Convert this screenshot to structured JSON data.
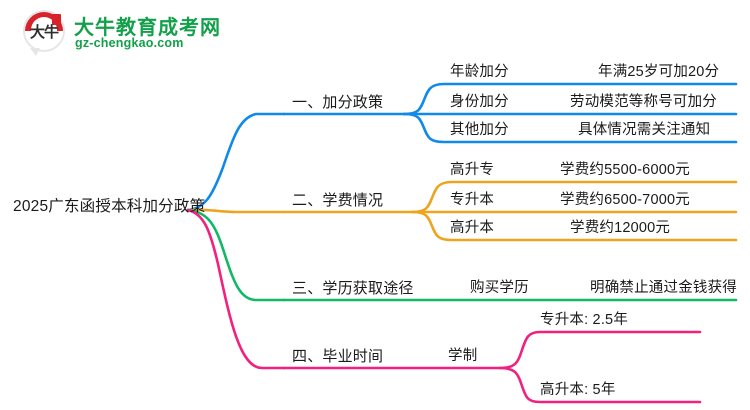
{
  "logo": {
    "badge_text": "大牛",
    "name": "大牛教育成考网",
    "url": "gz-chengkao.com",
    "brand_color": "#13a04a",
    "badge_color": "#d8232a"
  },
  "mindmap": {
    "root": {
      "label": "2025广东函授本科加分政策"
    },
    "branches": [
      {
        "label": "一、加分政策",
        "color": "#1089e8",
        "children": [
          {
            "label": "年龄加分",
            "detail": "年满25岁可加20分"
          },
          {
            "label": "身份加分",
            "detail": "劳动模范等称号可加分"
          },
          {
            "label": "其他加分",
            "detail": "具体情况需关注通知"
          }
        ]
      },
      {
        "label": "二、学费情况",
        "color": "#eda521",
        "children": [
          {
            "label": "高升专",
            "detail": "学费约5500-6000元"
          },
          {
            "label": "专升本",
            "detail": "学费约6500-7000元"
          },
          {
            "label": "高升本",
            "detail": "学费约12000元"
          }
        ]
      },
      {
        "label": "三、学历获取途径",
        "color": "#12b866",
        "children": [
          {
            "label": "购买学历",
            "detail": "明确禁止通过金钱获得"
          }
        ]
      },
      {
        "label": "四、毕业时间",
        "color": "#f2207e",
        "children": [
          {
            "label": "学制",
            "detail": "专升本: 2.5年"
          },
          {
            "label": "",
            "detail": "高升本: 5年"
          }
        ]
      }
    ]
  }
}
